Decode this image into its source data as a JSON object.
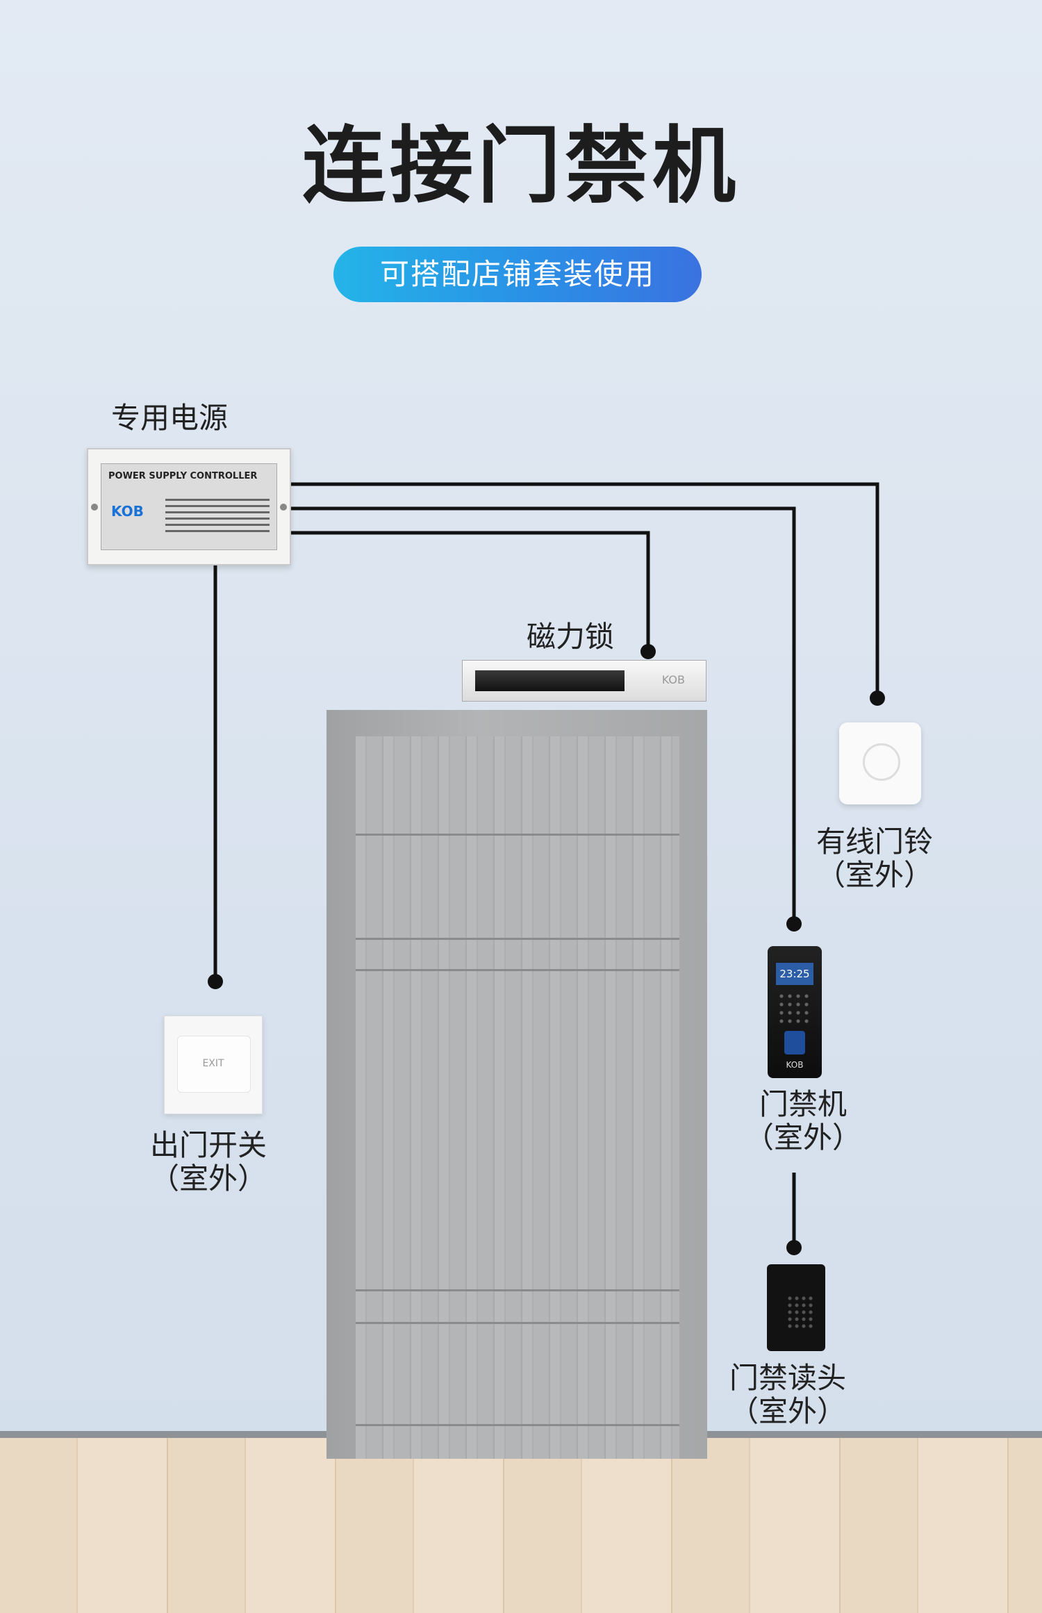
{
  "title": "连接门禁机",
  "subtitle": "可搭配店铺套装使用",
  "power_supply": {
    "label": "专用电源",
    "panel_title": "POWER SUPPLY CONTROLLER",
    "brand": "KOB"
  },
  "mag_lock": {
    "label": "磁力锁",
    "brand": "KOB"
  },
  "doorbell": {
    "label": "有线门铃",
    "sublabel": "（室外）"
  },
  "access_controller": {
    "label": "门禁机",
    "sublabel": "（室外）",
    "screen_time": "23:25",
    "brand": "KOB"
  },
  "card_reader": {
    "label": "门禁读头",
    "sublabel": "（室外）"
  },
  "exit_button": {
    "label": "出门开关",
    "sublabel": "（室外）",
    "button_text": "EXIT"
  },
  "colors": {
    "pill_start": "#24b4e8",
    "pill_end": "#3a72e0",
    "wire": "#111111",
    "background": "#dde6f0"
  }
}
